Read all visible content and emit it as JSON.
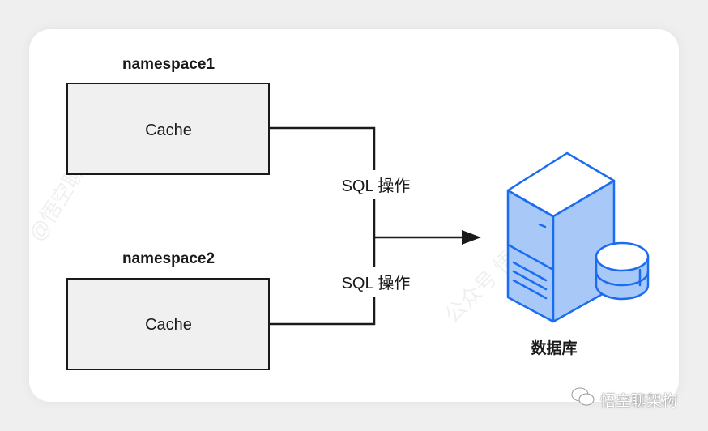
{
  "diagram": {
    "nodes": [
      {
        "id": "cache1",
        "group_label": "namespace1",
        "label": "Cache"
      },
      {
        "id": "cache2",
        "group_label": "namespace2",
        "label": "Cache"
      },
      {
        "id": "db",
        "label": "数据库",
        "icon": "database-server-icon"
      }
    ],
    "edges": [
      {
        "from": "cache1",
        "to": "db",
        "label": "SQL 操作"
      },
      {
        "from": "cache2",
        "to": "db",
        "label": "SQL 操作"
      }
    ]
  },
  "colors": {
    "box_fill": "#f0f0f0",
    "line": "#1a1a1a",
    "icon_stroke": "#1a6cf0",
    "icon_fill": "#a8c8f8"
  },
  "watermark": {
    "text1": "@悟空聊架构",
    "text2": "公众号 悟空聊架构"
  },
  "brand": {
    "text": "悟空聊架构",
    "icon": "wechat-icon"
  }
}
